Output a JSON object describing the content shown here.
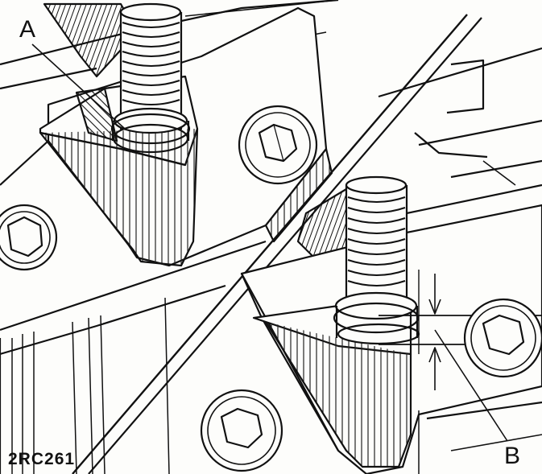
{
  "figure": {
    "reference": "2RC261",
    "callouts": {
      "a": "A",
      "b": "B"
    }
  },
  "colors": {
    "ink": "#111111",
    "paper": "#fdfdfb"
  }
}
